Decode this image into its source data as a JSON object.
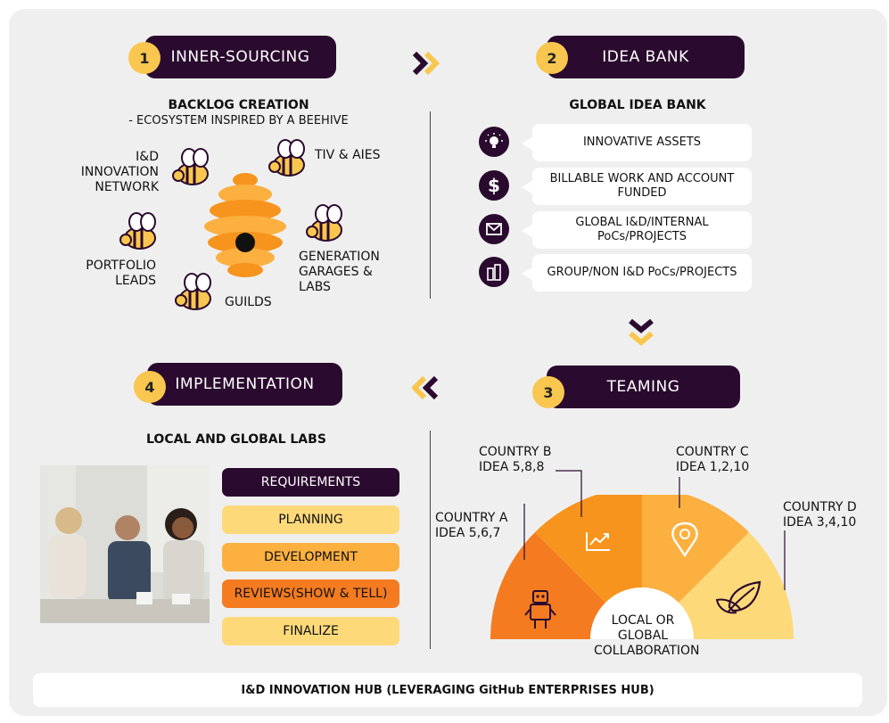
{
  "colors": {
    "dark": "#2a0a2e",
    "yellow": "#f9c74f",
    "orange": "#f7941d",
    "light_orange": "#fbb040",
    "pale": "#fdd97a",
    "deep_orange": "#f47b20"
  },
  "section1": {
    "number": "1",
    "title": "INNER-SOURCING",
    "subtitle_bold": "BACKLOG CREATION",
    "subtitle": "- ECOSYSTEM INSPIRED BY A BEEHIVE",
    "labels": {
      "innovation": "I&D INNOVATION NETWORK",
      "tiv": "TIV & AIES",
      "generation": "GENERATION GARAGES & LABS",
      "portfolio": "PORTFOLIO LEADS",
      "guilds": "GUILDS"
    }
  },
  "section2": {
    "number": "2",
    "title": "IDEA BANK",
    "subtitle": "GLOBAL IDEA BANK",
    "items": [
      {
        "icon": "lightbulb-icon",
        "text": "INNOVATIVE ASSETS"
      },
      {
        "icon": "dollar-icon",
        "text": "BILLABLE WORK AND ACCOUNT FUNDED"
      },
      {
        "icon": "envelope-icon",
        "text": "GLOBAL I&D/INTERNAL PoCs/PROJECTS"
      },
      {
        "icon": "buildings-icon",
        "text": "GROUP/NON I&D PoCs/PROJECTS"
      }
    ]
  },
  "section3": {
    "number": "3",
    "title": "TEAMING",
    "countries": [
      {
        "name": "COUNTRY A",
        "ideas": "IDEA 5,6,7",
        "icon": "robot-icon"
      },
      {
        "name": "COUNTRY B",
        "ideas": "IDEA 5,8,8",
        "icon": "chart-growth-icon"
      },
      {
        "name": "COUNTRY C",
        "ideas": "IDEA 1,2,10",
        "icon": "location-pin-icon"
      },
      {
        "name": "COUNTRY D",
        "ideas": "IDEA 3,4,10",
        "icon": "leaf-icon"
      }
    ],
    "center": "LOCAL OR GLOBAL COLLABORATION"
  },
  "section4": {
    "number": "4",
    "title": "IMPLEMENTATION",
    "subtitle": "LOCAL AND GLOBAL LABS",
    "steps": [
      "REQUIREMENTS",
      "PLANNING",
      "DEVELOPMENT",
      "REVIEWS(SHOW & TELL)",
      "FINALIZE"
    ]
  },
  "footer": "I&D INNOVATION HUB (LEVERAGING GitHub ENTERPRISES HUB)"
}
